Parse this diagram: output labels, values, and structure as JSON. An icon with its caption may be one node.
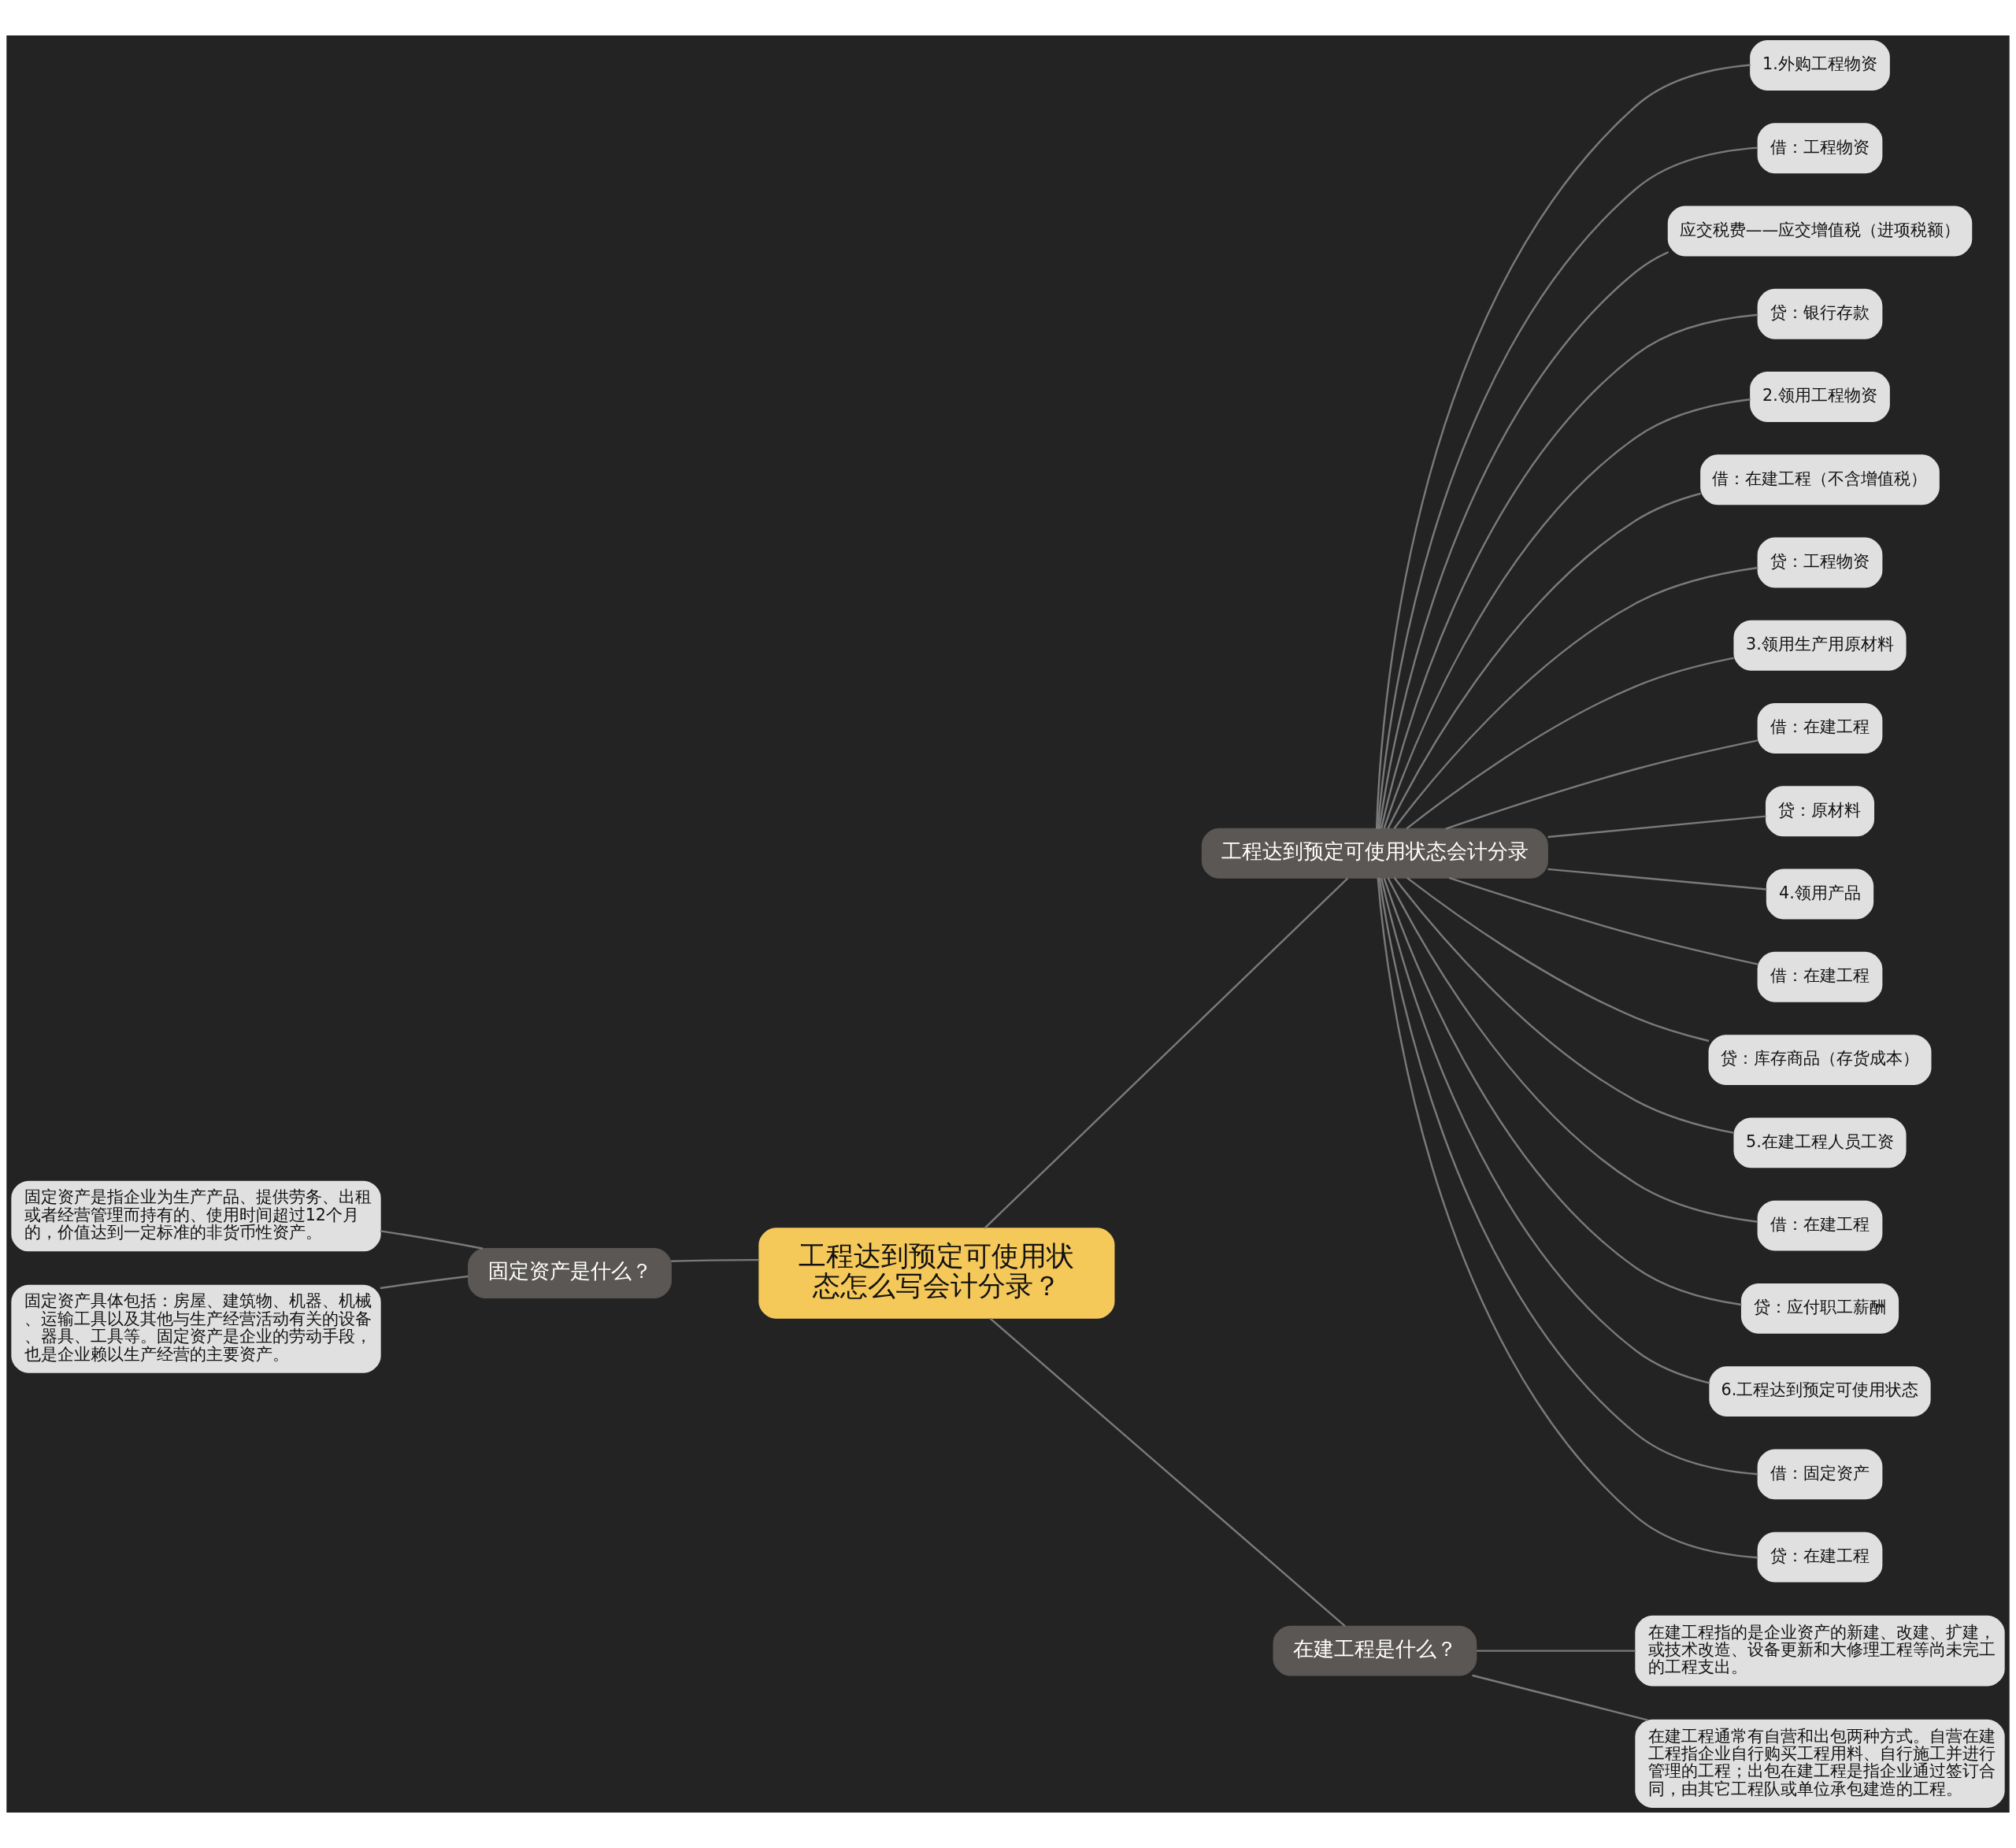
{
  "diagram": {
    "nodes": [
      {
        "text": [
          "工程达到预定可使用状态怎么写会计分录？"
        ]
      },
      {
        "text": [
          "固定资产是什么？"
        ]
      },
      {
        "text": [
          "固定资产是指企业为生产产品、提供劳务、出租或者经营管理而持有的、使用时间超过12个月的，价值达到一定标准的非货币性资产。"
        ]
      },
      {
        "text": [
          "固定资产具体包括：房屋、建筑物、机器、机械、运输工具以及其他与生产经营活动有关的设备、器具、工具等。固定资产是企业的劳动手段，也是企业赖以生产经营的主要资产。"
        ]
      },
      {
        "text": [
          "工程达到预定可使用状态会计分录"
        ]
      },
      {
        "text": [
          "1.外购工程物资"
        ]
      },
      {
        "text": [
          "借：工程物资"
        ]
      },
      {
        "text": [
          "应交税费——应交增值税（进项税额）"
        ]
      },
      {
        "text": [
          "贷：银行存款"
        ]
      },
      {
        "text": [
          "2.领用工程物资"
        ]
      },
      {
        "text": [
          "借：在建工程（不含增值税）"
        ]
      },
      {
        "text": [
          "贷：工程物资"
        ]
      },
      {
        "text": [
          "3.领用生产用原材料"
        ]
      },
      {
        "text": [
          "借：在建工程"
        ]
      },
      {
        "text": [
          "贷：原材料"
        ]
      },
      {
        "text": [
          "4.领用产品"
        ]
      },
      {
        "text": [
          "借：在建工程"
        ]
      },
      {
        "text": [
          "贷：库存商品（存货成本）"
        ]
      },
      {
        "text": [
          "5.在建工程人员工资"
        ]
      },
      {
        "text": [
          "借：在建工程"
        ]
      },
      {
        "text": [
          "贷：应付职工薪酬"
        ]
      },
      {
        "text": [
          "6.工程达到预定可使用状态"
        ]
      },
      {
        "text": [
          "借：固定资产"
        ]
      },
      {
        "text": [
          "贷：在建工程"
        ]
      },
      {
        "text": [
          "在建工程是什么？"
        ]
      },
      {
        "text": [
          "在建工程指的是企业资产的新建、改建、扩建，或技术改造、设备更新和大修理工程等尚未完工的工程支出。"
        ]
      },
      {
        "text": [
          "在建工程通常有自营和出包两种方式。自营在建工程指企业自行购买工程用料、自行施工并进行管理的工程；出包在建工程是指企业通过签订合同，由其它工程队或单位承包建造的工程。"
        ]
      }
    ],
    "edges": [
      {
        "from": 0,
        "to": 1,
        "arrow": "none"
      },
      {
        "from": 1,
        "to": 2,
        "arrow": "none"
      },
      {
        "from": 1,
        "to": 3,
        "arrow": "none"
      },
      {
        "from": 0,
        "to": 4,
        "arrow": "none"
      },
      {
        "from": 4,
        "to": 5,
        "arrow": "none"
      },
      {
        "from": 4,
        "to": 6,
        "arrow": "none"
      },
      {
        "from": 4,
        "to": 7,
        "arrow": "none"
      },
      {
        "from": 4,
        "to": 8,
        "arrow": "none"
      },
      {
        "from": 4,
        "to": 9,
        "arrow": "none"
      },
      {
        "from": 4,
        "to": 10,
        "arrow": "none"
      },
      {
        "from": 4,
        "to": 11,
        "arrow": "none"
      },
      {
        "from": 4,
        "to": 12,
        "arrow": "none"
      },
      {
        "from": 4,
        "to": 13,
        "arrow": "none"
      },
      {
        "from": 4,
        "to": 14,
        "arrow": "none"
      },
      {
        "from": 4,
        "to": 15,
        "arrow": "none"
      },
      {
        "from": 4,
        "to": 16,
        "arrow": "none"
      },
      {
        "from": 4,
        "to": 17,
        "arrow": "none"
      },
      {
        "from": 4,
        "to": 18,
        "arrow": "none"
      },
      {
        "from": 4,
        "to": 19,
        "arrow": "none"
      },
      {
        "from": 4,
        "to": 20,
        "arrow": "none"
      },
      {
        "from": 4,
        "to": 21,
        "arrow": "none"
      },
      {
        "from": 4,
        "to": 22,
        "arrow": "none"
      },
      {
        "from": 4,
        "to": 23,
        "arrow": "none"
      },
      {
        "from": 0,
        "to": 24,
        "arrow": "none"
      },
      {
        "from": 24,
        "to": 25,
        "arrow": "none"
      },
      {
        "from": 24,
        "to": 26,
        "arrow": "none"
      }
    ]
  }
}
